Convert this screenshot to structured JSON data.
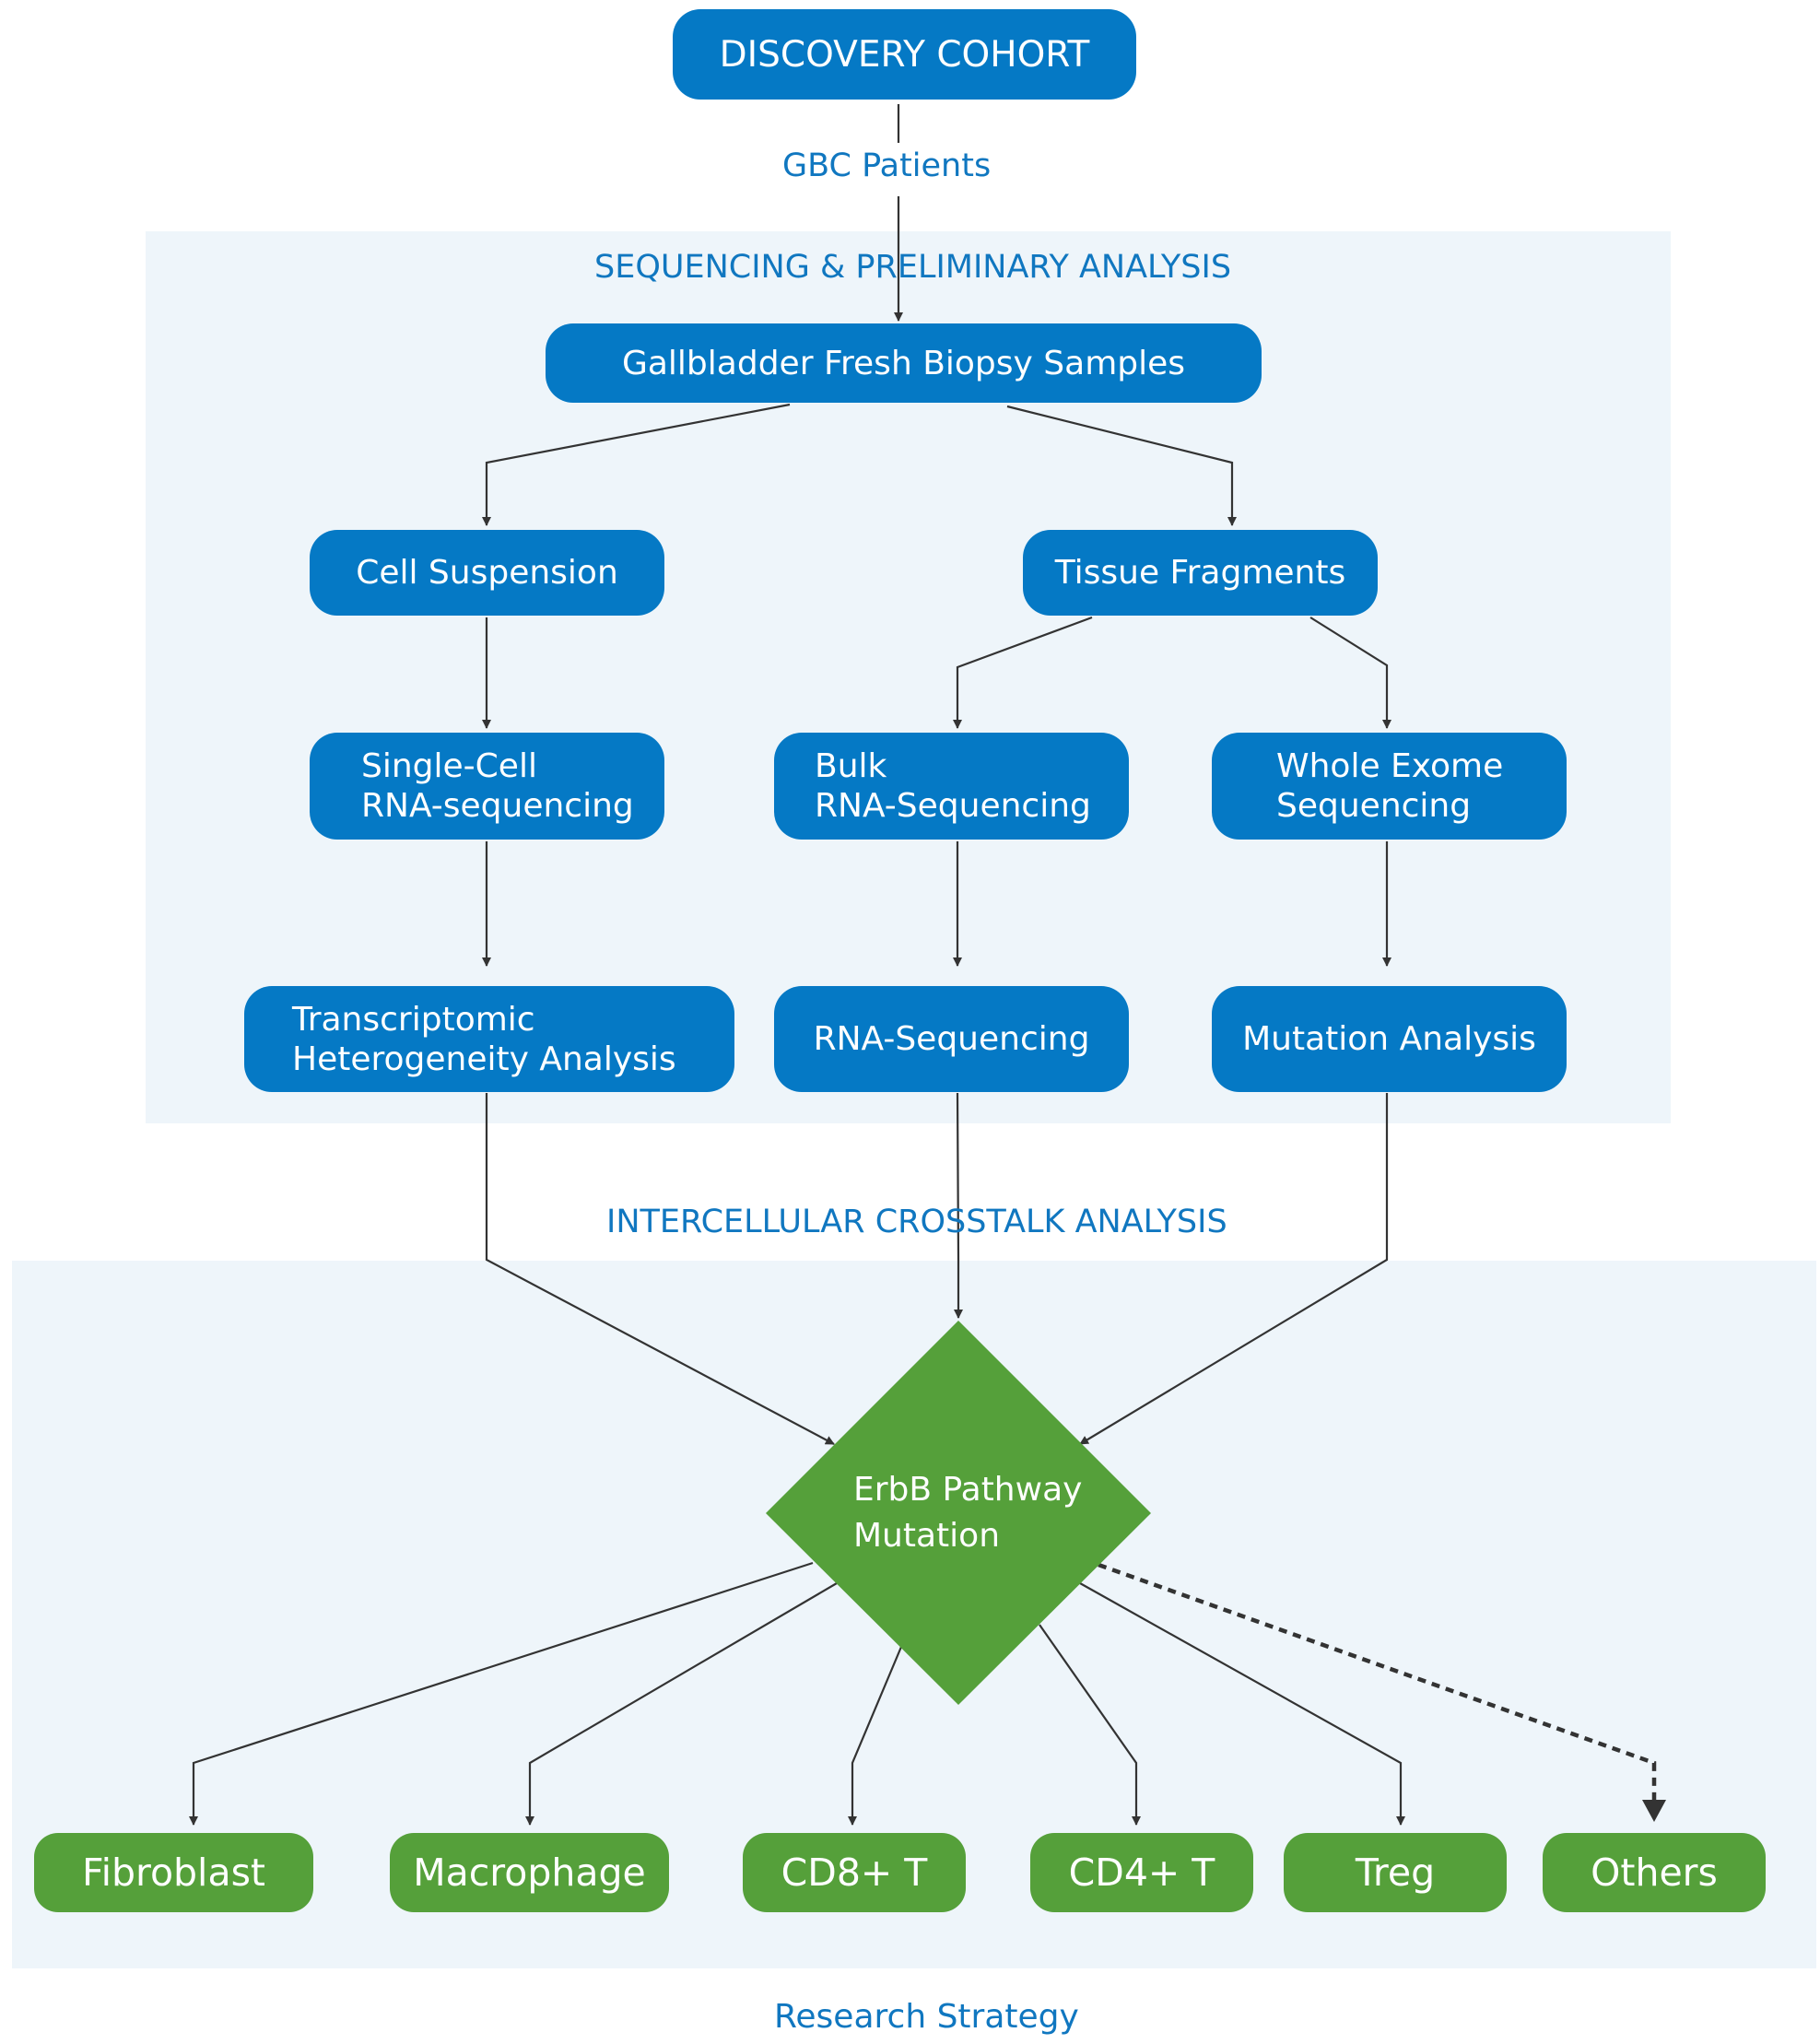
{
  "header": {
    "title": "DISCOVERY COHORT",
    "patients_label": "GBC Patients"
  },
  "sections": {
    "sequencing_title": "SEQUENCING & PRELIMINARY ANALYSIS",
    "crosstalk_title": "INTERCELLULAR CROSSTALK ANALYSIS"
  },
  "nodes": {
    "samples": "Gallbladder Fresh Biopsy Samples",
    "cell_suspension": "Cell Suspension",
    "tissue_fragments": "Tissue Fragments",
    "single_cell": [
      "Single-Cell",
      "RNA-sequencing"
    ],
    "bulk": [
      "Bulk",
      "RNA-Sequencing"
    ],
    "wes": [
      "Whole Exome",
      "Sequencing"
    ],
    "transcriptomic": [
      "Transcriptomic",
      "Heterogeneity Analysis"
    ],
    "rna_seq": "RNA-Sequencing",
    "mutation_analysis": "Mutation Analysis",
    "erbb": [
      "ErbB Pathway",
      "Mutation"
    ]
  },
  "cell_types": [
    "Fibroblast",
    "Macrophage",
    "CD8+ T",
    "CD4+ T",
    "Treg",
    "Others"
  ],
  "footer": {
    "caption": "Research Strategy"
  },
  "colors": {
    "blue": "#0579c5",
    "green": "#55a03a",
    "panel": "#eef5fa",
    "label": "#1077c0",
    "line": "#333333"
  }
}
